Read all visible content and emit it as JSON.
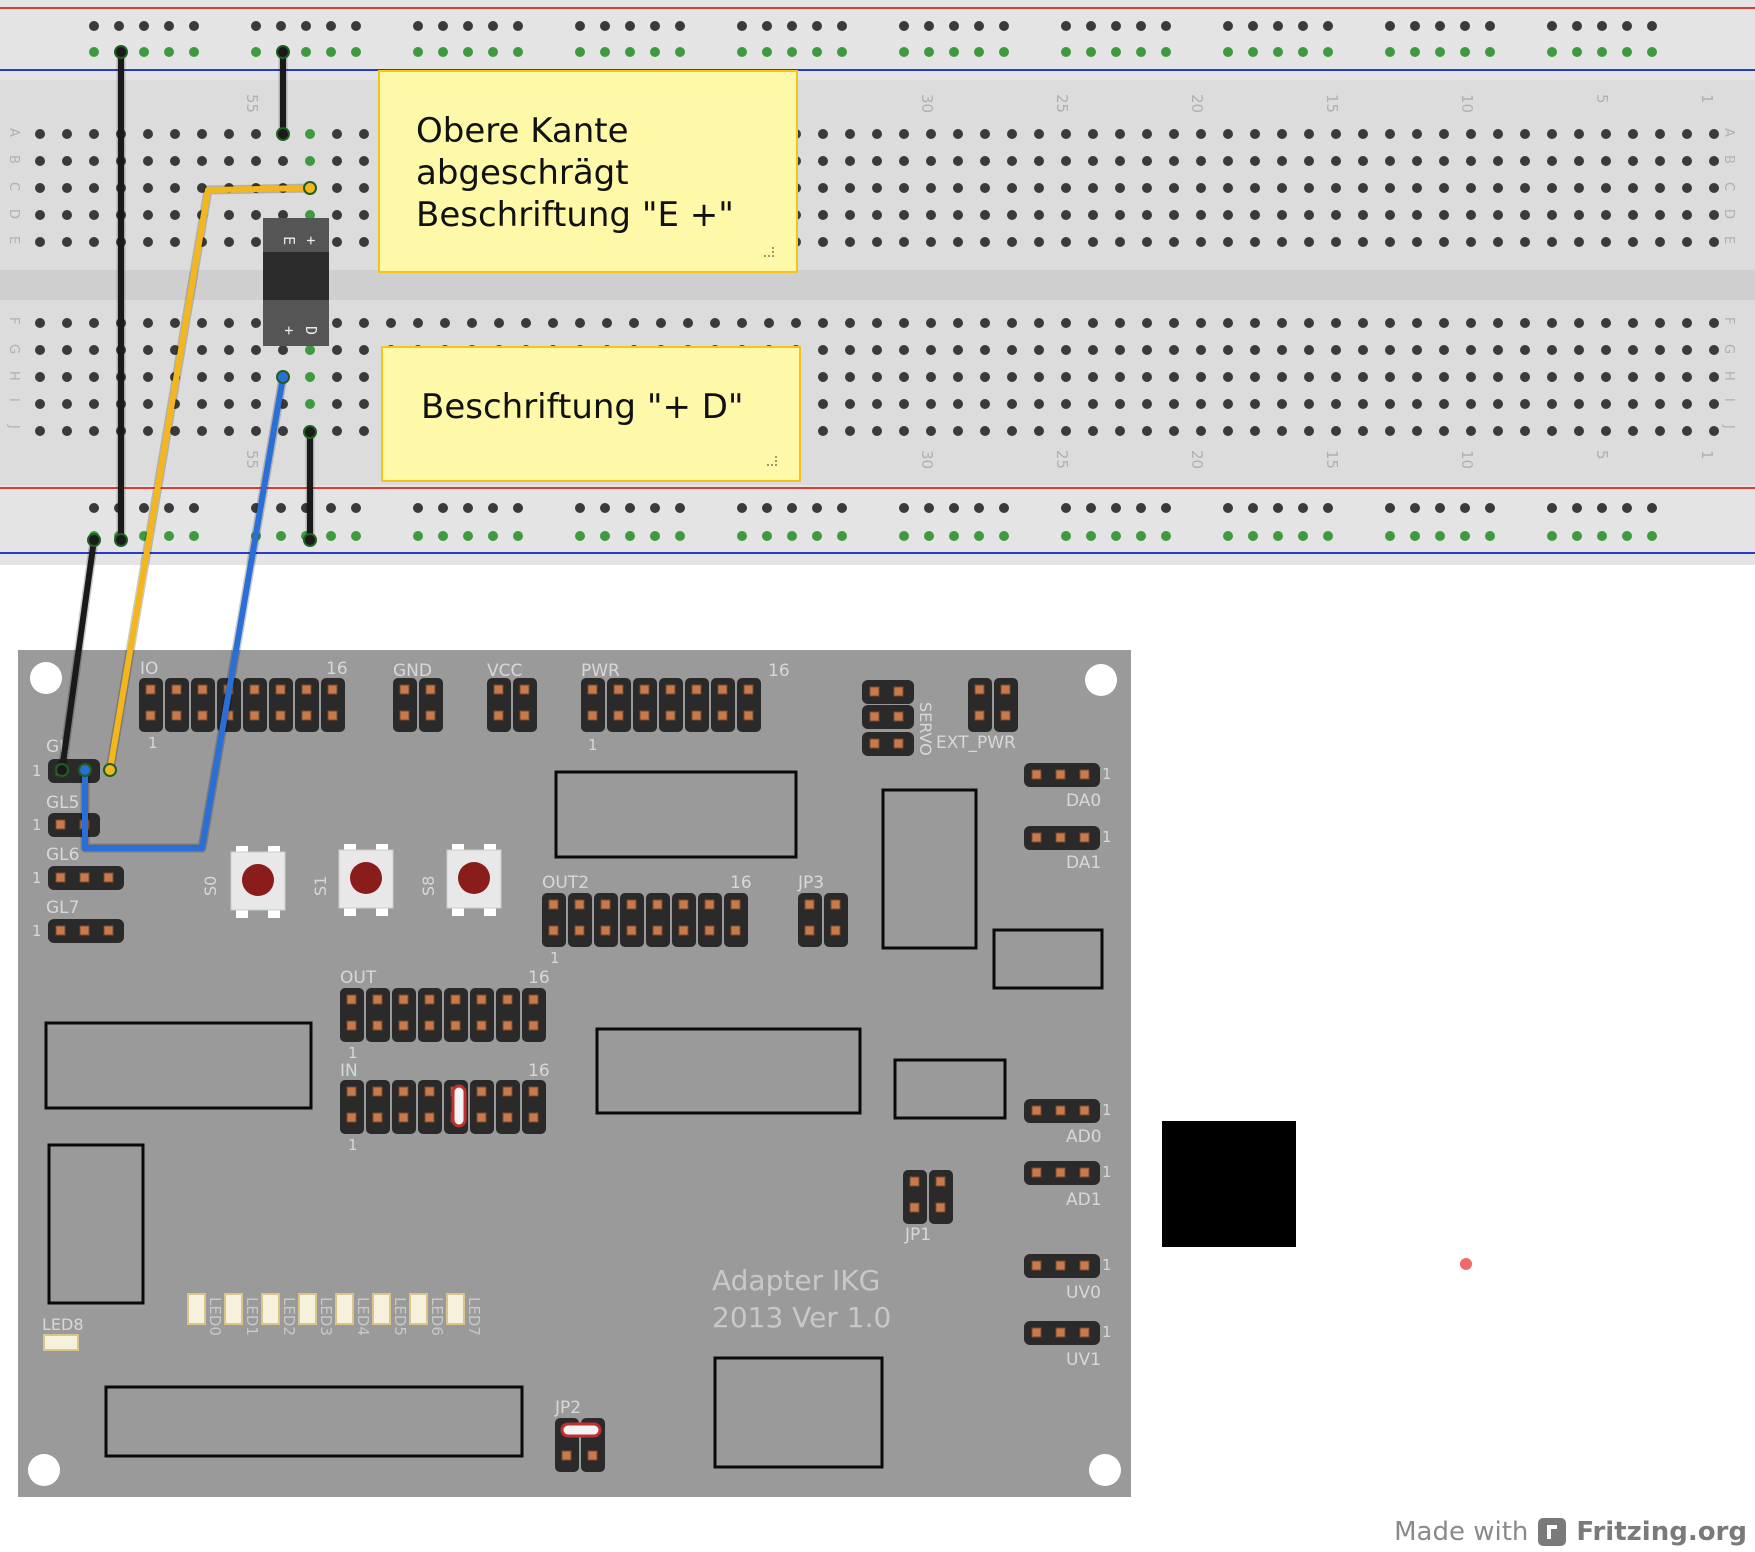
{
  "notes": {
    "top": {
      "lines": [
        "Obere Kante",
        "abgeschrägt",
        "Beschriftung \"E +\""
      ]
    },
    "bottom": {
      "lines": [
        "Beschriftung \"+ D\""
      ]
    }
  },
  "breadboard": {
    "row_letters_top": [
      "A",
      "B",
      "C",
      "D",
      "E"
    ],
    "row_letters_bottom": [
      "F",
      "G",
      "H",
      "I",
      "J"
    ],
    "column_numbers": [
      "55",
      "30",
      "25",
      "20",
      "15",
      "10",
      "5",
      "1"
    ]
  },
  "component": {
    "top_labels": [
      "E",
      "+"
    ],
    "bottom_labels": [
      "+",
      "D"
    ]
  },
  "board": {
    "title_lines": [
      "Adapter IKG",
      "2013 Ver 1.0"
    ],
    "labels": {
      "io": "IO",
      "io_16": "16",
      "io_1": "1",
      "gnd": "GND",
      "vcc": "VCC",
      "pwr": "PWR",
      "pwr_16": "16",
      "pwr_1": "1",
      "servo": "SERVO",
      "ext_pwr": "EXT_PWR",
      "da0": "DA0",
      "da1": "DA1",
      "gl4": "GL",
      "gl5": "GL5",
      "gl6": "GL6",
      "gl7": "GL7",
      "one": "1",
      "s0": "S0",
      "s1": "S1",
      "s8": "S8",
      "out2": "OUT2",
      "out2_16": "16",
      "out2_1": "1",
      "jp3": "JP3",
      "jp1": "JP1",
      "jp2": "JP2",
      "out": "OUT",
      "out_16": "16",
      "out_1": "1",
      "in": "IN",
      "in_16": "16",
      "in_1": "1",
      "ad0": "AD0",
      "ad1": "AD1",
      "uv0": "UV0",
      "uv1": "UV1",
      "led8": "LED8"
    },
    "leds": [
      "LED0",
      "LED1",
      "LED2",
      "LED3",
      "LED4",
      "LED5",
      "LED6",
      "LED7"
    ]
  },
  "wires": [
    {
      "name": "black-wire-1",
      "color": "#1a1a1a"
    },
    {
      "name": "black-wire-2",
      "color": "#1a1a1a"
    },
    {
      "name": "black-wire-3",
      "color": "#1a1a1a"
    },
    {
      "name": "black-wire-4",
      "color": "#1a1a1a"
    },
    {
      "name": "yellow-wire",
      "color": "#f3b71d"
    },
    {
      "name": "blue-wire",
      "color": "#2a6fd6"
    }
  ],
  "colors": {
    "breadboard": "#e4e4e4",
    "board": "#9a9a9a",
    "note": "#fef9a8",
    "rail_red": "#e23a3a",
    "rail_blue": "#2a3ad0"
  },
  "footer": {
    "made_with": "Made with",
    "brand": "Fritzing.org"
  }
}
